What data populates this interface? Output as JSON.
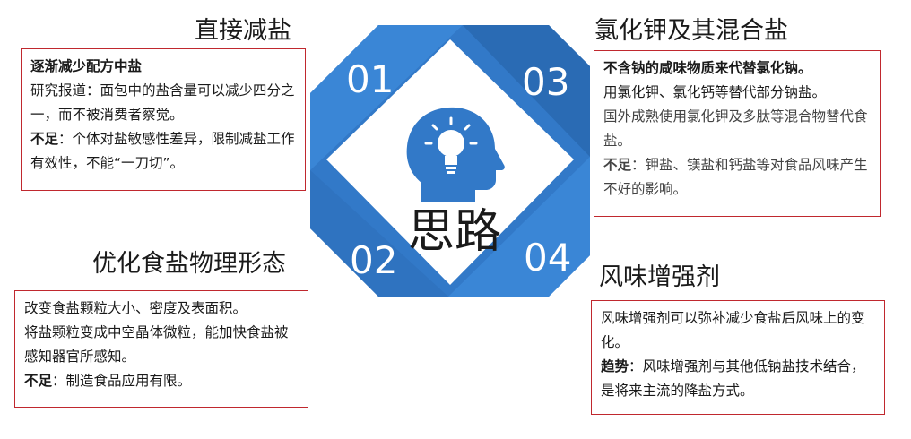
{
  "center_label": "思路",
  "colors": {
    "blue": "#3279c8",
    "border": "#c0282e"
  },
  "quadrants": [
    {
      "number": "01",
      "title": "直接减盐",
      "lines": [
        {
          "bold": "逐渐减少配方中盐",
          "text": ""
        },
        {
          "bold": "",
          "text": "研究报道：面包中的盐含量可以减少四分之一，而不被消费者察觉。"
        },
        {
          "bold": "不足",
          "text": "：个体对盐敏感性差异，限制减盐工作有效性，不能“一刀切”。"
        }
      ]
    },
    {
      "number": "02",
      "title": "优化食盐物理形态",
      "lines": [
        {
          "bold": "",
          "text": "改变食盐颗粒大小、密度及表面积。"
        },
        {
          "bold": "",
          "text": "将盐颗粒变成中空晶体微粒，能加快食盐被感知器官所感知。"
        },
        {
          "bold": "不足",
          "text": "：制造食品应用有限。"
        }
      ]
    },
    {
      "number": "03",
      "title": "氯化钾及其混合盐",
      "lines": [
        {
          "bold": "不含钠的咸味物质来代替氯化钠。",
          "text": ""
        },
        {
          "bold": "",
          "text": "用氯化钾、氯化钙等替代部分钠盐。"
        },
        {
          "bold": "",
          "text": "国外成熟使用氯化钾及多肽等混合物替代食盐。"
        },
        {
          "bold": "不足",
          "text": "：钾盐、镁盐和钙盐等对食品风味产生不好的影响。"
        }
      ]
    },
    {
      "number": "04",
      "title": "风味增强剂",
      "lines": [
        {
          "bold": "",
          "text": "风味增强剂可以弥补减少食盐后风味上的变化。"
        },
        {
          "bold": "趋势",
          "text": "：风味增强剂与其他低钠盐技术结合，是将来主流的降盐方式。"
        }
      ]
    }
  ]
}
